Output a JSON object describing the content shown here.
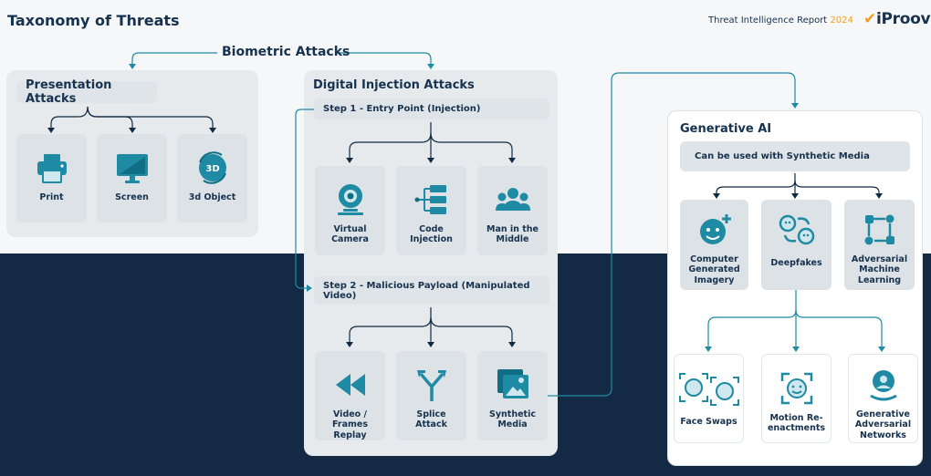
{
  "header": {
    "title": "Taxonomy of Threats",
    "report_label": "Threat Intelligence Report",
    "report_year": "2024",
    "brand": "iProov"
  },
  "biometric": {
    "label": "Biometric Attacks"
  },
  "presentation": {
    "title": "Presentation Attacks",
    "items": [
      {
        "label": "Print",
        "icon": "printer-icon"
      },
      {
        "label": "Screen",
        "icon": "monitor-icon"
      },
      {
        "label": "3d Object",
        "icon": "3d-object-icon"
      }
    ]
  },
  "digital": {
    "title": "Digital Injection Attacks",
    "step1": "Step 1 - Entry Point (Injection)",
    "step1_items": [
      {
        "label": "Virtual Camera",
        "icon": "webcam-icon"
      },
      {
        "label": "Code Injection",
        "icon": "code-injection-icon"
      },
      {
        "label": "Man in the Middle",
        "icon": "people-icon"
      }
    ],
    "step2": "Step 2 - Malicious Payload (Manipulated Video)",
    "step2_items": [
      {
        "label": "Video / Frames Replay",
        "icon": "rewind-icon"
      },
      {
        "label": "Splice Attack",
        "icon": "split-arrows-icon"
      },
      {
        "label": "Synthetic Media",
        "icon": "media-gallery-icon"
      }
    ]
  },
  "generative": {
    "title": "Generative AI",
    "subtitle": "Can be used with Synthetic Media",
    "items": [
      {
        "label": "Computer Generated Imagery",
        "icon": "cgi-face-icon"
      },
      {
        "label": "Deepfakes",
        "icon": "face-swap-icon"
      },
      {
        "label": "Adversarial Machine Learning",
        "icon": "adversarial-ml-icon"
      }
    ],
    "deepfake_items": [
      {
        "label": "Face Swaps",
        "icon": "face-swaps-icon"
      },
      {
        "label": "Motion Re-enactments",
        "icon": "motion-face-icon"
      },
      {
        "label": "Generative Adversarial Networks",
        "icon": "gan-icon"
      }
    ]
  },
  "colors": {
    "teal": "#1e8aa3",
    "navy": "#142a44",
    "accent": "#f0a020"
  }
}
